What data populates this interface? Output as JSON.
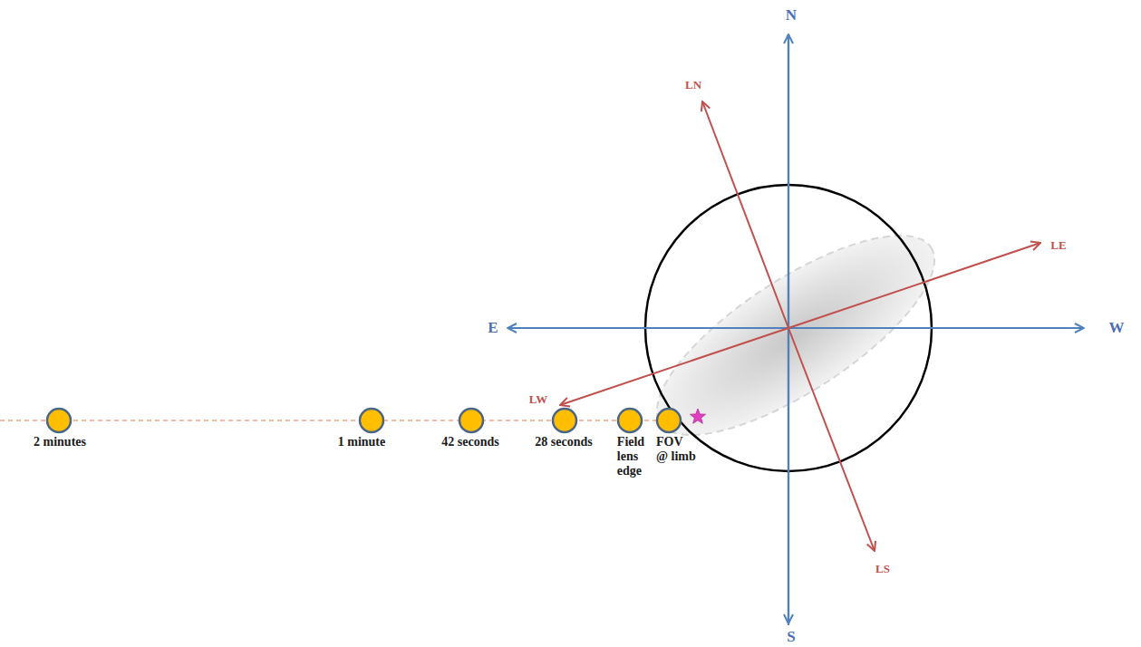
{
  "diagram": {
    "labels": [
      "N",
      "S",
      "E",
      "W",
      "LN",
      "LE",
      "LW",
      "LS",
      "2 minutes",
      "1 minute",
      "42 seconds",
      "28 seconds",
      "Field lens edge",
      "FOV @ limb"
    ]
  }
}
